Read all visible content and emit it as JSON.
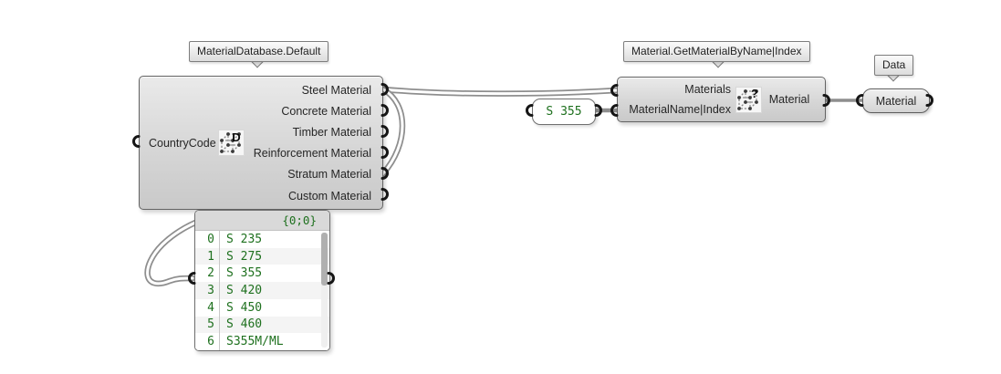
{
  "tooltips": {
    "material_database": "MaterialDatabase.Default",
    "get_material": "Material.GetMaterialByName|Index",
    "data_node": "Data"
  },
  "material_database": {
    "input_label": "CountryCode",
    "icon_letter": "D",
    "outputs": [
      "Steel Material",
      "Concrete Material",
      "Timber Material",
      "Reinforcement Material",
      "Stratum Material",
      "Custom Material"
    ]
  },
  "get_material": {
    "inputs": [
      "Materials",
      "MaterialName|Index"
    ],
    "icon_letter": "?",
    "output_label": "Material"
  },
  "data_node": {
    "label": "Material"
  },
  "value_panel": {
    "value": "S 355"
  },
  "list_panel": {
    "header": "{0;0}",
    "rows": [
      {
        "index": "0",
        "value": "S 235"
      },
      {
        "index": "1",
        "value": "S 275"
      },
      {
        "index": "2",
        "value": "S 355"
      },
      {
        "index": "3",
        "value": "S 420"
      },
      {
        "index": "4",
        "value": "S 450"
      },
      {
        "index": "5",
        "value": "S 460"
      },
      {
        "index": "6",
        "value": "S355M/ML"
      }
    ]
  },
  "colors": {
    "panel_text_green": "#1e701e",
    "wire_gray": "#8e8e8e",
    "component_fill": "#d6d6d6",
    "hook_black": "#161616",
    "canvas_background": "#ffffff"
  }
}
